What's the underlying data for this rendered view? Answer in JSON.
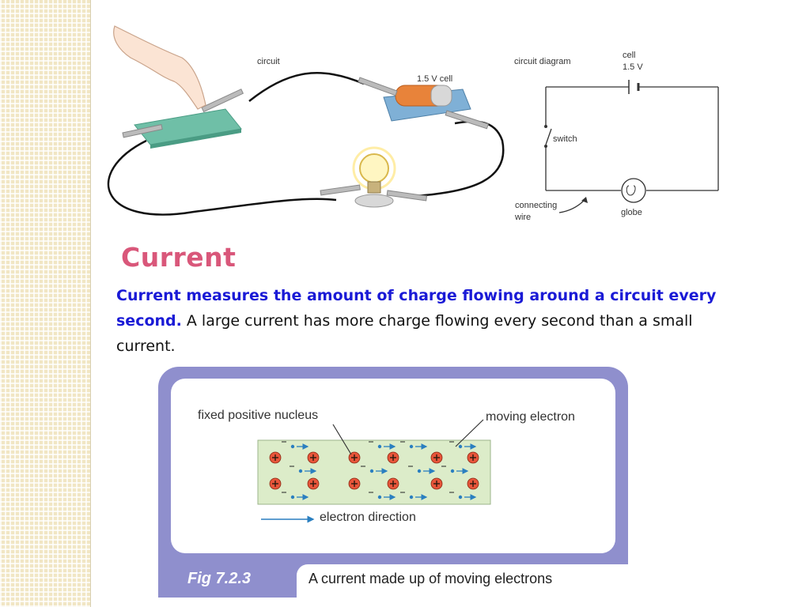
{
  "photo": {
    "circuit_label": "circuit",
    "cell_label": "1.5 V cell"
  },
  "diagram": {
    "title": "circuit diagram",
    "cell_label": "cell",
    "voltage_label": "1.5 V",
    "switch_label": "switch",
    "wire_label_line1": "connecting",
    "wire_label_line2": "wire",
    "globe_label": "globe"
  },
  "section": {
    "heading": "Current",
    "definition_bold": "Current measures the amount of charge flowing around a circuit every second.",
    "definition_rest": " A large current has more charge flowing every second than a small current."
  },
  "figure": {
    "nucleus_label": "fixed positive nucleus",
    "electron_label": "moving electron",
    "direction_label": "electron direction",
    "number": "Fig 7.2.3",
    "caption": "A current made up of moving electrons"
  },
  "colors": {
    "heading": "#d9577a",
    "emphasis": "#1a1ad6",
    "figure_frame": "#8f8fcd",
    "conductor": "#dcecc9",
    "nucleus": "#e8553a",
    "electron": "#2a7fc0"
  }
}
